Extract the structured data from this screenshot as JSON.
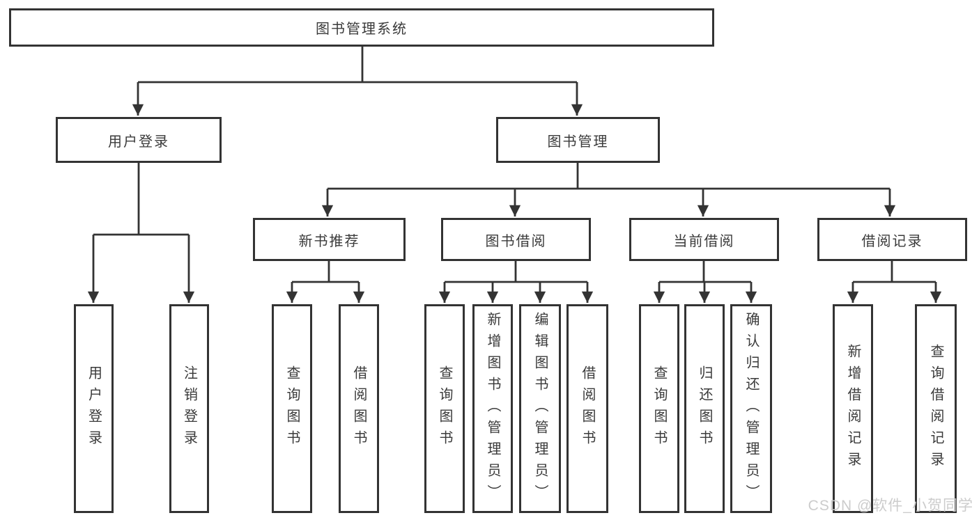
{
  "tree": {
    "root": {
      "label": "图书管理系统"
    },
    "branches": [
      {
        "label": "用户登录",
        "children": [
          {
            "label": "用户登录"
          },
          {
            "label": "注销登录"
          }
        ]
      },
      {
        "label": "图书管理",
        "children": [
          {
            "label": "新书推荐",
            "children": [
              {
                "label": "查询图书"
              },
              {
                "label": "借阅图书"
              }
            ]
          },
          {
            "label": "图书借阅",
            "children": [
              {
                "label": "查询图书"
              },
              {
                "label": "新增图书（管理员）"
              },
              {
                "label": "编辑图书（管理员）"
              },
              {
                "label": "借阅图书"
              }
            ]
          },
          {
            "label": "当前借阅",
            "children": [
              {
                "label": "查询图书"
              },
              {
                "label": "归还图书"
              },
              {
                "label": "确认归还（管理员）"
              }
            ]
          },
          {
            "label": "借阅记录",
            "children": [
              {
                "label": "新增借阅记录"
              },
              {
                "label": "查询借阅记录"
              }
            ]
          }
        ]
      }
    ]
  },
  "watermark": {
    "text": "CSDN @软件_小贺同学",
    "color": "#c9c9c9"
  },
  "colors": {
    "line": "#333333",
    "box_border": "#333333",
    "text": "#3a3a3a",
    "background": "#ffffff"
  }
}
